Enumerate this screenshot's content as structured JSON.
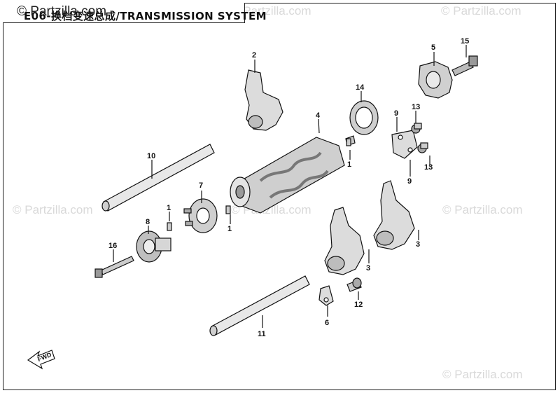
{
  "header": {
    "title": "E06-换档变速总成/TRANSMISSION SYSTEM",
    "logo_text": "© Partzilla.com"
  },
  "watermarks": [
    "© Partzilla.com",
    "© Partzilla.com",
    "© Partzilla.com",
    "© Partzilla.com",
    "© Partzilla.com",
    "© Partzilla.com"
  ],
  "callouts": {
    "c1": "1",
    "c2": "1",
    "c3": "1",
    "c4": "2",
    "c5": "3",
    "c6": "3",
    "c7": "4",
    "c8": "5",
    "c9": "6",
    "c10": "7",
    "c11": "8",
    "c12": "9",
    "c13": "9",
    "c14": "10",
    "c15": "11",
    "c16": "12",
    "c17": "13",
    "c18": "13",
    "c19": "14",
    "c20": "15",
    "c21": "16"
  },
  "direction_arrow": {
    "label": "FWD"
  },
  "colors": {
    "line": "#111111",
    "part_fill": "#dcdcdc",
    "part_dark": "#9a9a9a",
    "watermark": "#d9d9d9"
  }
}
